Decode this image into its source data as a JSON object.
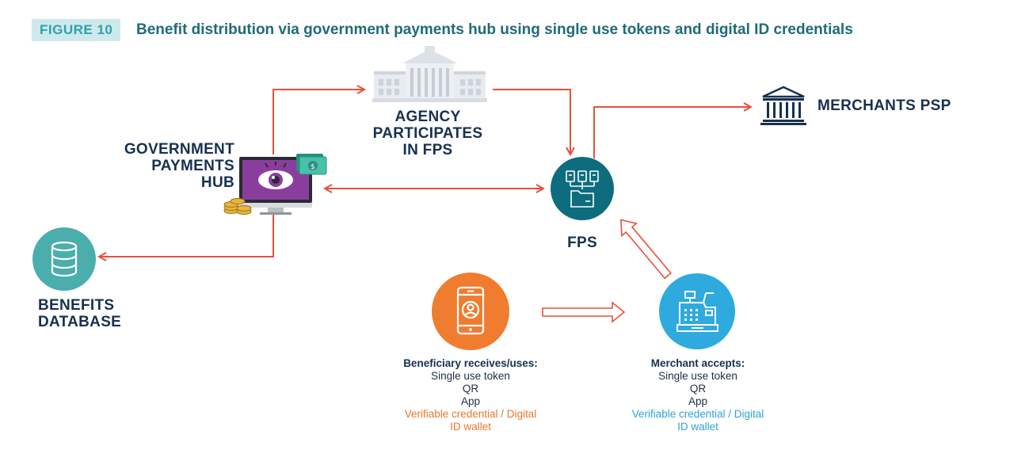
{
  "figure": {
    "number": "FIGURE 10",
    "title": "Benefit distribution via government payments hub using single use tokens and digital ID credentials"
  },
  "nodes": {
    "hub": {
      "lines": [
        "GOVERNMENT",
        "PAYMENTS",
        "HUB"
      ],
      "icon": "computer-eye-icon"
    },
    "agency": {
      "lines": [
        "AGENCY",
        "PARTICIPATES",
        "IN FPS"
      ],
      "icon": "government-building-icon"
    },
    "fps": {
      "label": "FPS",
      "icon": "documents-folder-icon",
      "color": "#0d6d7e"
    },
    "merchants_psp": {
      "label": "MERCHANTS PSP",
      "icon": "bank-icon"
    },
    "database": {
      "lines": [
        "BENEFITS",
        "DATABASE"
      ],
      "icon": "database-icon",
      "color": "#4aaead"
    },
    "beneficiary": {
      "icon": "smartphone-user-icon",
      "color": "#ef7c2f",
      "heading": "Beneficiary receives/uses:",
      "items": [
        "Single use token",
        "QR",
        "App"
      ],
      "highlight_lines": [
        "Verifiable credential / Digital",
        "ID wallet"
      ]
    },
    "merchant": {
      "icon": "cash-register-icon",
      "color": "#2eaadf",
      "heading": "Merchant accepts:",
      "items": [
        "Single use token",
        "QR",
        "App"
      ],
      "highlight_lines": [
        "Verifiable credential / Digital",
        "ID wallet"
      ]
    }
  },
  "colors": {
    "arrow": "#e8503a",
    "text_dark": "#17304f",
    "accent_teal": "#2aa3ad",
    "highlight_orange": "#e8782d",
    "highlight_blue": "#2ea3d6"
  }
}
